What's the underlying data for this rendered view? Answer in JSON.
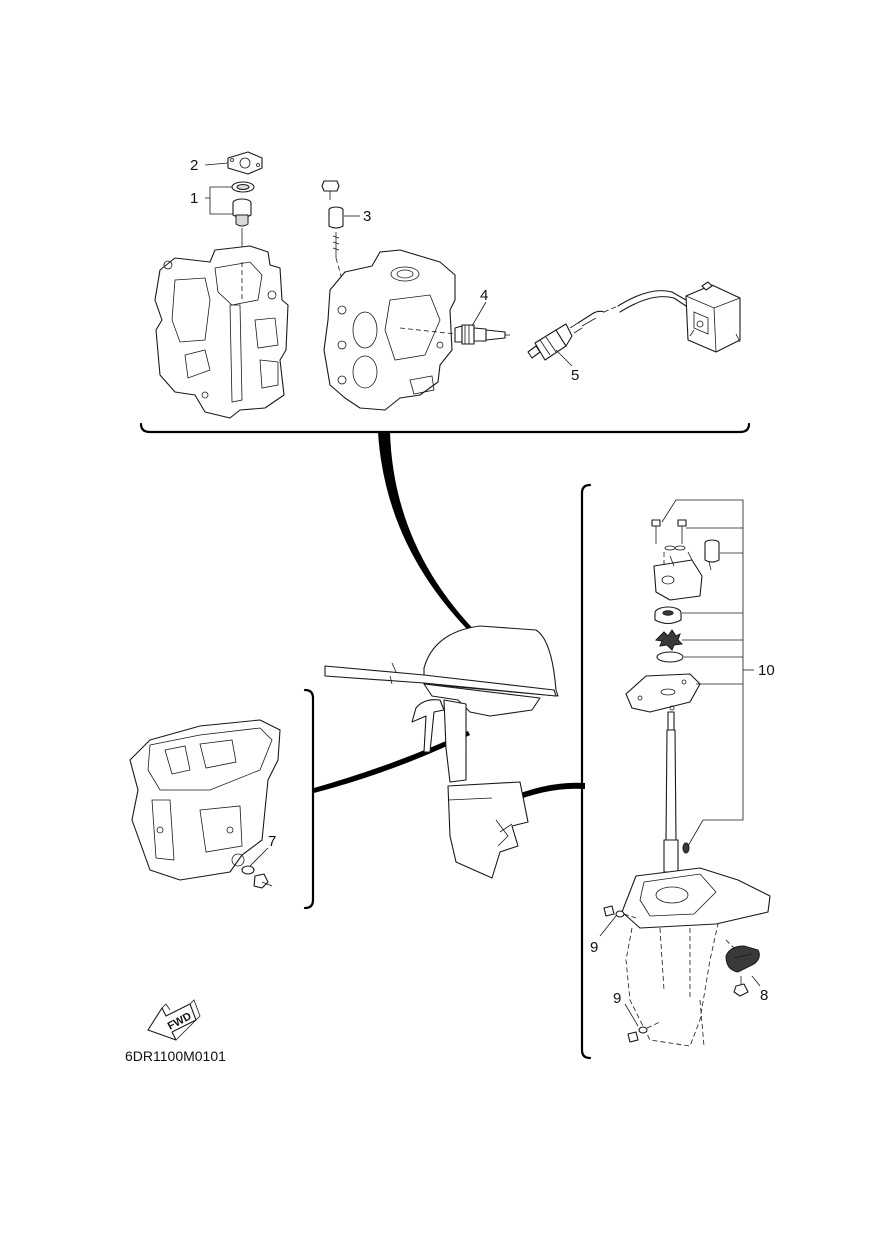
{
  "diagram": {
    "callouts": [
      {
        "id": "1",
        "label": "1"
      },
      {
        "id": "2",
        "label": "2"
      },
      {
        "id": "3",
        "label": "3"
      },
      {
        "id": "4",
        "label": "4"
      },
      {
        "id": "5",
        "label": "5"
      },
      {
        "id": "7",
        "label": "7"
      },
      {
        "id": "8",
        "label": "8"
      },
      {
        "id": "9a",
        "label": "9"
      },
      {
        "id": "9b",
        "label": "9"
      },
      {
        "id": "10",
        "label": "10"
      }
    ],
    "fwd_label": "FWD",
    "drawing_code": "6DR1100M0101"
  },
  "icons": [
    "fwd-arrow-icon"
  ]
}
